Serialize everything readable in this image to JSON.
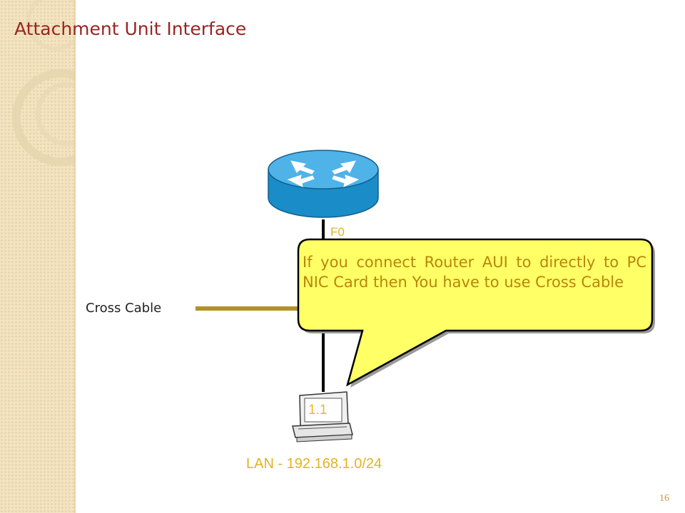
{
  "slide": {
    "title": "Attachment Unit Interface",
    "page_number": "16"
  },
  "diagram": {
    "router": {
      "port_label": "F0",
      "icon": "router-icon"
    },
    "cable": {
      "label": "Cross Cable"
    },
    "pc": {
      "screen_label": "1.1",
      "icon": "pc-icon"
    },
    "network_label": "LAN - 192.168.1.0/24",
    "callout": {
      "text": "If you connect Router AUI to directly to PC NIC Card then You have to use Cross Cable"
    }
  },
  "colors": {
    "title": "#9b2424",
    "router_blue": "#1a8cc8",
    "cable_gold": "#b0922a",
    "callout_fill": "#ffff66",
    "label_gold": "#e3b320"
  }
}
